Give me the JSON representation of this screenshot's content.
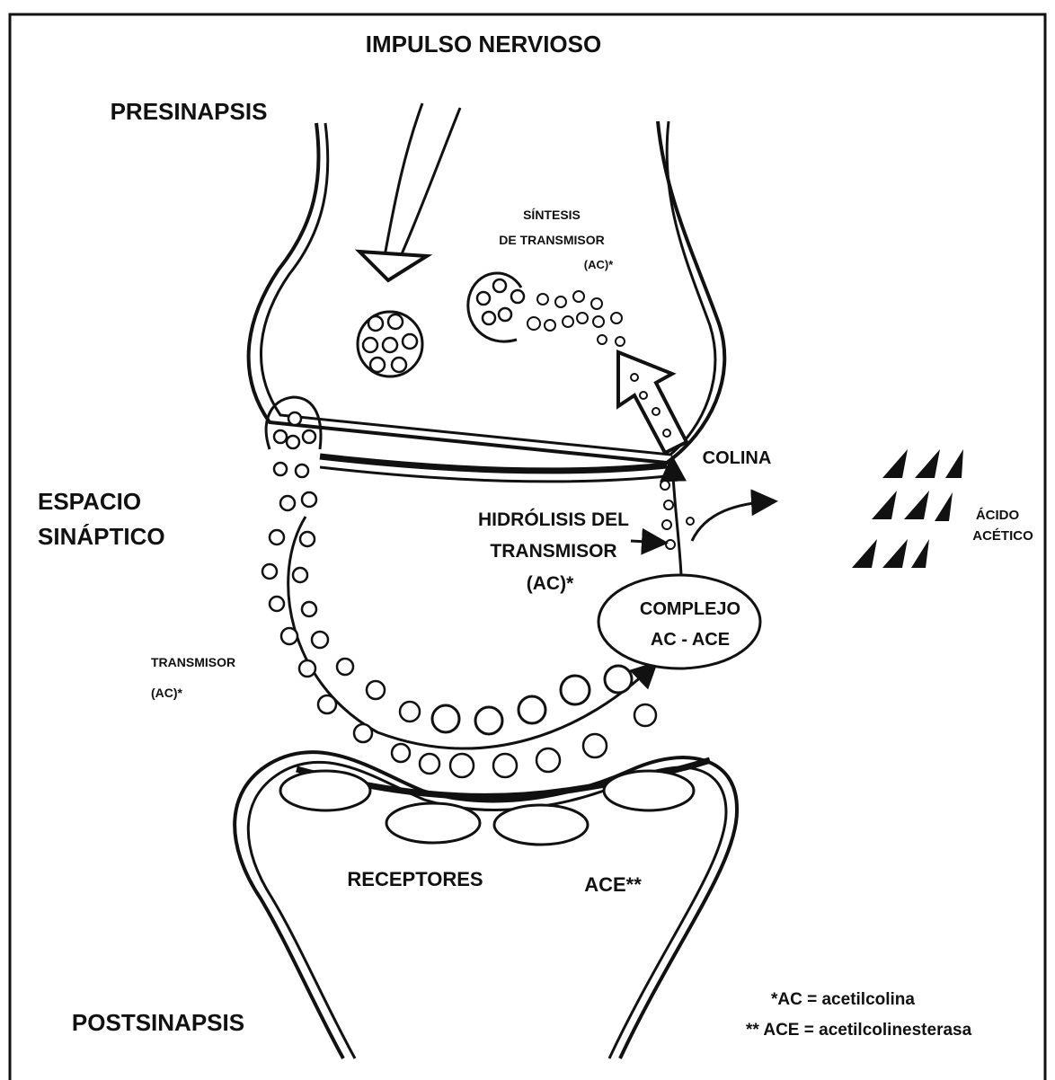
{
  "labels": {
    "title": "IMPULSO NERVIOSO",
    "presinapsis": "PRESINAPSIS",
    "espacio_line1": "ESPACIO",
    "espacio_line2": "SINÁPTICO",
    "postsinapsis": "POSTSINAPSIS",
    "sintesis_line1": "SÍNTESIS",
    "sintesis_line2": "DE TRANSMISOR",
    "sintesis_line3": "(AC)*",
    "colina": "COLINA",
    "acido_line1": "ÁCIDO",
    "acido_line2": "ACÉTICO",
    "hidrolisis_line1": "HIDRÓLISIS DEL",
    "hidrolisis_line2": "TRANSMISOR",
    "hidrolisis_line3": "(AC)*",
    "complejo_line1": "COMPLEJO",
    "complejo_line2": "AC - ACE",
    "transmisor_line1": "TRANSMISOR",
    "transmisor_line2": "(AC)*",
    "receptores": "RECEPTORES",
    "ace": "ACE**"
  },
  "legend": {
    "line1": "*AC = acetilcolina",
    "line2": "** ACE = acetilcolinesterasa"
  },
  "colors": {
    "ink": "#111111",
    "background": "#ffffff"
  }
}
